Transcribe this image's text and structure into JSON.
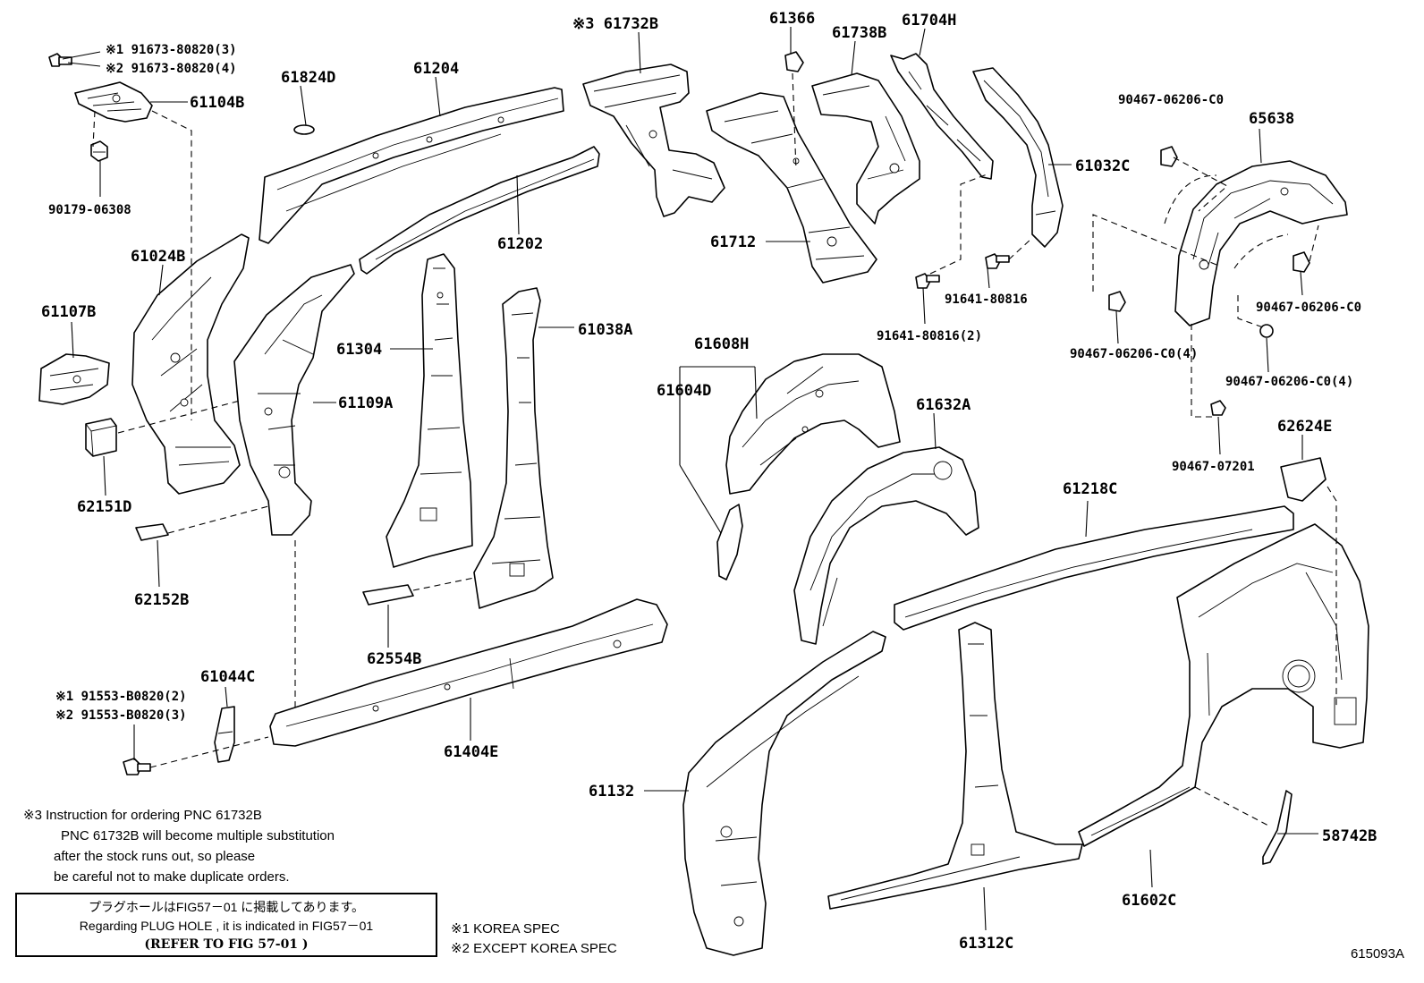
{
  "labels": {
    "p61104B": "61104B",
    "p61824D": "61824D",
    "p61204": "61204",
    "p90179": "90179-06308",
    "p61024B": "61024B",
    "p61107B": "61107B",
    "p62151D": "62151D",
    "p62152B": "62152B",
    "p61202": "61202",
    "p61304": "61304",
    "p61109A": "61109A",
    "p61038A": "61038A",
    "p62554B": "62554B",
    "p61044C": "61044C",
    "p61404E": "61404E",
    "p61732B": "※3 61732B",
    "p61366": "61366",
    "p61738B": "61738B",
    "p61704H": "61704H",
    "p61712": "61712",
    "p61032C": "61032C",
    "p91641a": "91641-80816",
    "p91641b": "91641-80816(2)",
    "p90467_top": "90467-06206-C0",
    "p65638": "65638",
    "p90467_r": "90467-06206-C0",
    "p90467_l4": "90467-06206-C0(4)",
    "p90467_r4": "90467-06206-C0(4)",
    "p90467_07201": "90467-07201",
    "p62624E": "62624E",
    "p61608H": "61608H",
    "p61604D": "61604D",
    "p61632A": "61632A",
    "p61218C": "61218C",
    "p61132": "61132",
    "p61312C": "61312C",
    "p61602C": "61602C",
    "p58742B": "58742B",
    "bolt1a": "※1 91673-80820(3)",
    "bolt1b": "※2 91673-80820(4)",
    "bolt2a": "※1 91553-B0820(2)",
    "bolt2b": "※2 91553-B0820(3)"
  },
  "notes": {
    "instruction_lines": [
      "※3 Instruction for ordering PNC 61732B",
      "PNC 61732B will become multiple substitution",
      "after the stock runs out, so please",
      "be careful not to make duplicate orders."
    ],
    "box_line1": "プラグホールはFIG57－01 に掲載してあります。",
    "box_line2": "Regarding  PLUG HOLE , it is indicated in  FIG57－01",
    "box_line3": "(REFER TO FIG 57-01 )",
    "spec1": "※1 KOREA SPEC",
    "spec2": "※2 EXCEPT KOREA SPEC",
    "figure_number": "615093A"
  }
}
